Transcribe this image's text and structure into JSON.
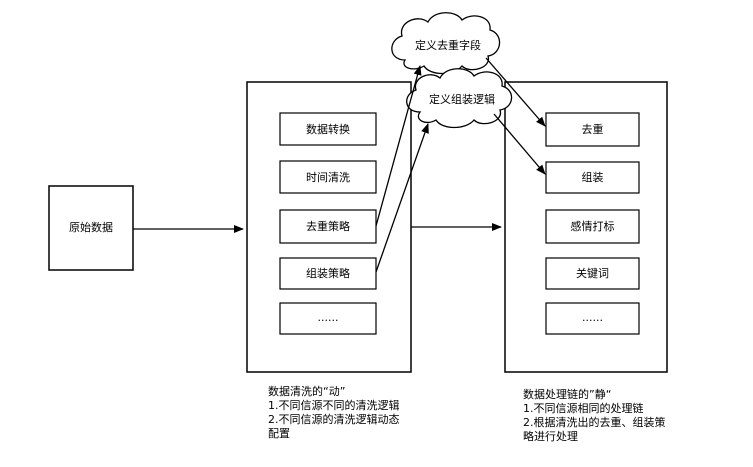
{
  "source_box": {
    "label": "原始数据"
  },
  "left_panel": {
    "items": [
      "数据转换",
      "时间清洗",
      "去重策略",
      "组装策略",
      "......"
    ]
  },
  "right_panel": {
    "items": [
      "去重",
      "组装",
      "感情打标",
      "关键词",
      "......"
    ]
  },
  "clouds": [
    {
      "label": "定义去重字段"
    },
    {
      "label": "定义组装逻辑"
    }
  ],
  "notes": {
    "left": [
      "数据清洗的“动”",
      "1.不同信源不同的清洗逻辑",
      "2.不同信源的清洗逻辑动态",
      "配置"
    ],
    "right": [
      "数据处理链的”静“",
      "1.不同信源相同的处理链",
      "2.根据清洗出的去重、组装策",
      "略进行处理"
    ]
  }
}
